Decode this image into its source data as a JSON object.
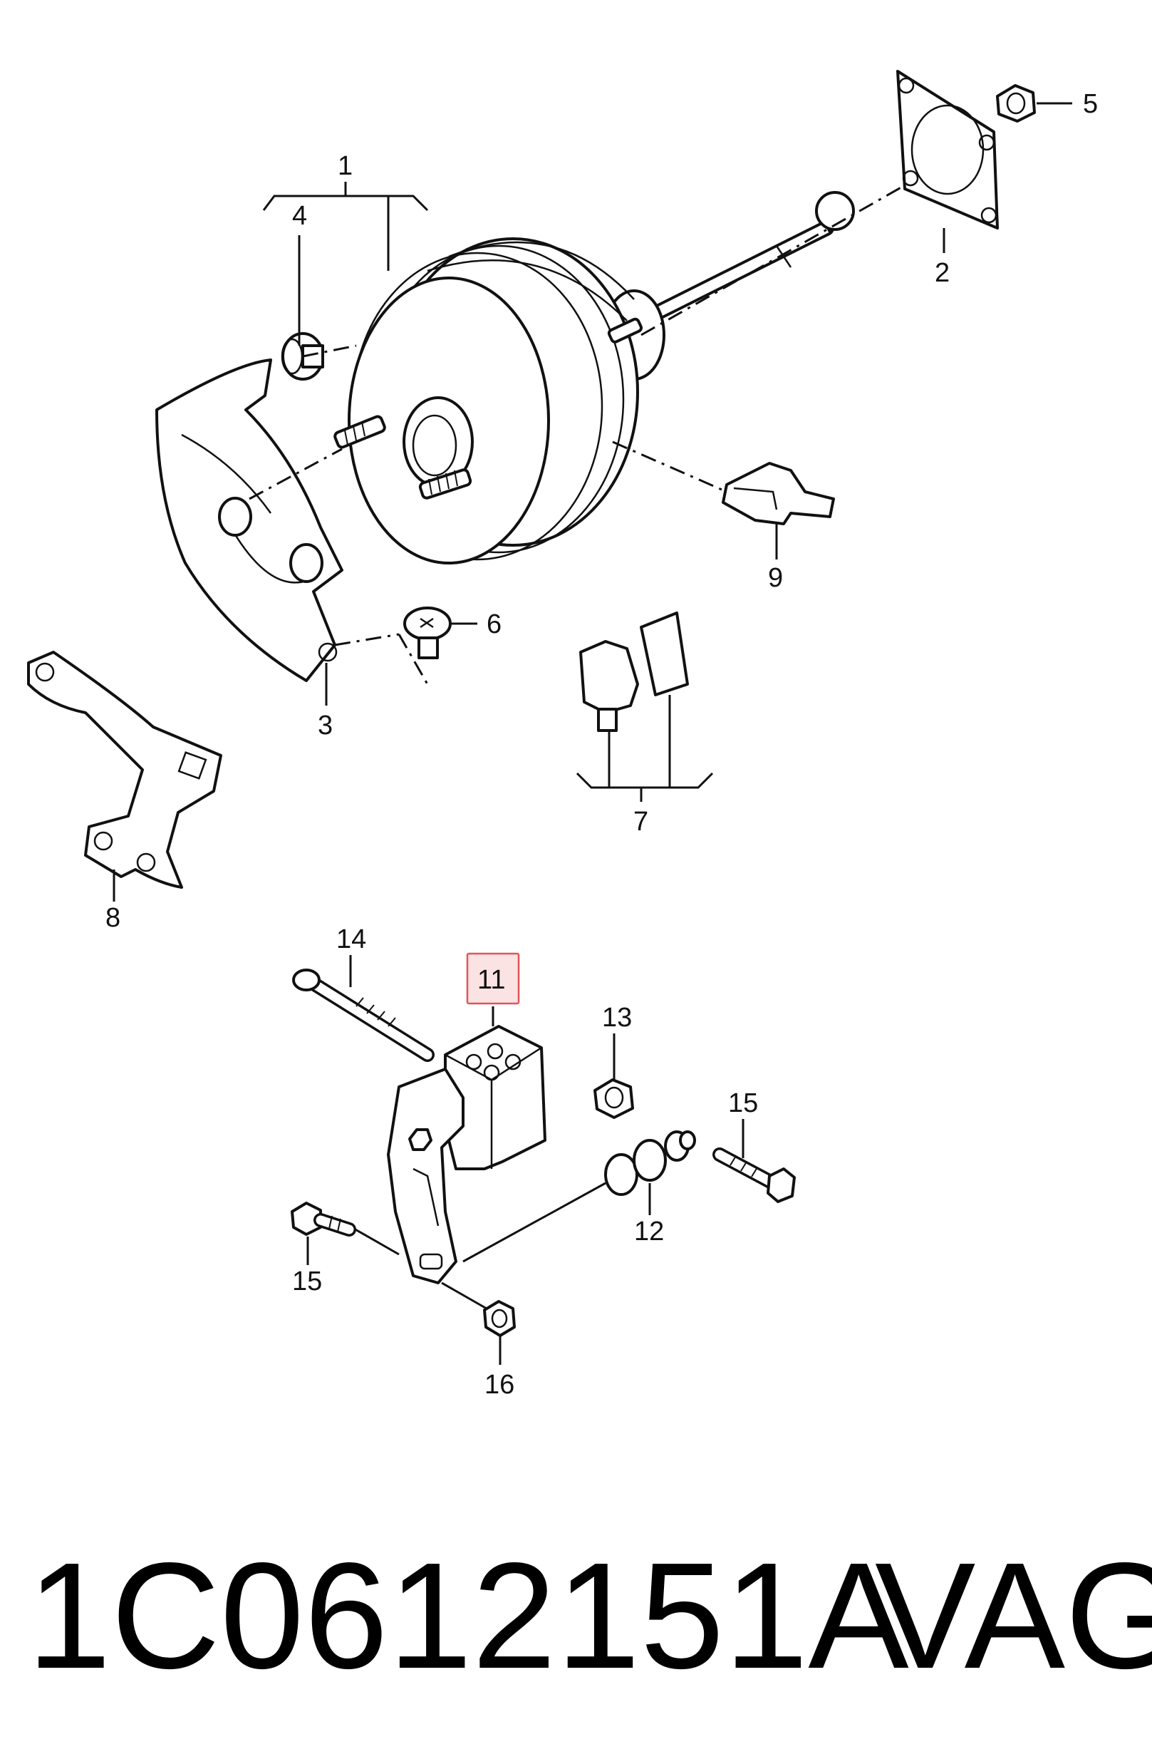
{
  "labels": {
    "l1": "1",
    "l2": "2",
    "l3": "3",
    "l4": "4",
    "l5": "5",
    "l6": "6",
    "l7": "7",
    "l8": "8",
    "l9": "9",
    "l11": "11",
    "l12": "12",
    "l13": "13",
    "l14": "14",
    "l15a": "15",
    "l15b": "15",
    "l16": "16"
  },
  "caption": {
    "part_number": "1C0612151A",
    "brand": "VAG"
  },
  "highlight_color": "#e0555a",
  "highlight_fill": "#fbe3e4"
}
